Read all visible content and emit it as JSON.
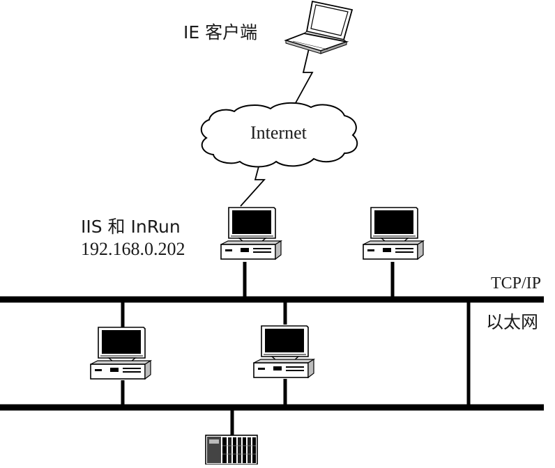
{
  "diagram": {
    "client_label": "IE 客户端",
    "cloud_label": "Internet",
    "server_label_line1": "IIS 和 InRun",
    "server_label_line2": "192.168.0.202",
    "network_label_protocol": "TCP/IP",
    "network_label_medium": "以太网",
    "icons": {
      "client": "laptop-icon",
      "cloud": "cloud-icon",
      "server": "desktop-computer-icon",
      "workstation": "desktop-computer-icon",
      "plc": "plc-rack-icon"
    },
    "colors": {
      "line": "#000000",
      "device_fill": "#ffffff",
      "screen": "#000000",
      "text": "#1a1a1a"
    }
  }
}
